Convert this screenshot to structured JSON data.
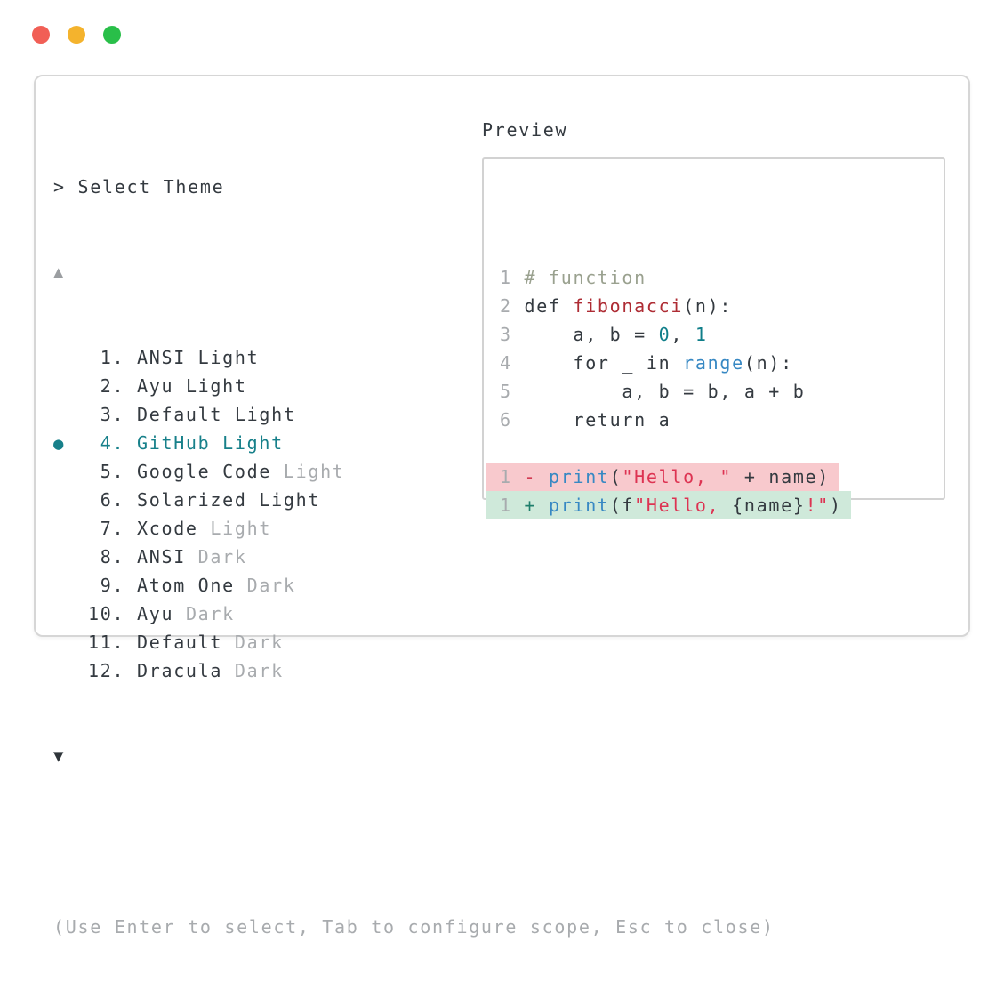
{
  "palette": {
    "text": "#343a40",
    "dim": "#a8abae",
    "selection_teal": "#17808a",
    "code_comment": "#9aa18f",
    "code_function_name": "#ae2c34",
    "code_number": "#0f7e89",
    "code_builtin": "#3788c3",
    "code_string": "#dd3352",
    "diff_minus_marker": "#d23b52",
    "diff_plus_marker": "#1f7e6b",
    "diff_removed_bg": "#f8c9cd",
    "diff_added_bg": "#cfe9da",
    "traffic_red": "#f15f56",
    "traffic_yellow": "#f4b32d",
    "traffic_green": "#29bf49"
  },
  "prompt": {
    "text": "> Select Theme"
  },
  "list": {
    "up_arrow": "▲",
    "down_arrow": "▼",
    "selected_bullet": "●",
    "items": [
      {
        "number": 1,
        "name": "ANSI",
        "variant": "Light",
        "dimmed_variant": false,
        "selected": false
      },
      {
        "number": 2,
        "name": "Ayu",
        "variant": "Light",
        "dimmed_variant": false,
        "selected": false
      },
      {
        "number": 3,
        "name": "Default",
        "variant": "Light",
        "dimmed_variant": false,
        "selected": false
      },
      {
        "number": 4,
        "name": "GitHub",
        "variant": "Light",
        "dimmed_variant": false,
        "selected": true
      },
      {
        "number": 5,
        "name": "Google Code",
        "variant": "Light",
        "dimmed_variant": true,
        "selected": false
      },
      {
        "number": 6,
        "name": "Solarized",
        "variant": "Light",
        "dimmed_variant": false,
        "selected": false
      },
      {
        "number": 7,
        "name": "Xcode",
        "variant": "Light",
        "dimmed_variant": true,
        "selected": false
      },
      {
        "number": 8,
        "name": "ANSI",
        "variant": "Dark",
        "dimmed_variant": true,
        "selected": false
      },
      {
        "number": 9,
        "name": "Atom One",
        "variant": "Dark",
        "dimmed_variant": true,
        "selected": false
      },
      {
        "number": 10,
        "name": "Ayu",
        "variant": "Dark",
        "dimmed_variant": true,
        "selected": false
      },
      {
        "number": 11,
        "name": "Default",
        "variant": "Dark",
        "dimmed_variant": true,
        "selected": false
      },
      {
        "number": 12,
        "name": "Dracula",
        "variant": "Dark",
        "dimmed_variant": true,
        "selected": false
      }
    ]
  },
  "preview": {
    "label": "Preview",
    "code_lines": [
      {
        "number": "1",
        "segments": [
          {
            "text": "# function",
            "style": "comment"
          }
        ]
      },
      {
        "number": "2",
        "segments": [
          {
            "text": "def ",
            "style": "code"
          },
          {
            "text": "fibonacci",
            "style": "func"
          },
          {
            "text": "(n):",
            "style": "code"
          }
        ]
      },
      {
        "number": "3",
        "segments": [
          {
            "text": "    a, b = ",
            "style": "code"
          },
          {
            "text": "0",
            "style": "num"
          },
          {
            "text": ", ",
            "style": "code"
          },
          {
            "text": "1",
            "style": "num"
          }
        ]
      },
      {
        "number": "4",
        "segments": [
          {
            "text": "    for _ in ",
            "style": "code"
          },
          {
            "text": "range",
            "style": "blue"
          },
          {
            "text": "(n):",
            "style": "code"
          }
        ]
      },
      {
        "number": "5",
        "segments": [
          {
            "text": "        a, b = b, a + b",
            "style": "code"
          }
        ]
      },
      {
        "number": "6",
        "segments": [
          {
            "text": "    return a",
            "style": "code"
          }
        ]
      }
    ],
    "diff_lines": [
      {
        "number": "1",
        "type": "removed",
        "segments": [
          {
            "text": "- ",
            "style": "minus"
          },
          {
            "text": "print",
            "style": "blue"
          },
          {
            "text": "(",
            "style": "code"
          },
          {
            "text": "\"Hello, \"",
            "style": "str"
          },
          {
            "text": " + name)",
            "style": "code"
          }
        ]
      },
      {
        "number": "1",
        "type": "added",
        "segments": [
          {
            "text": "+ ",
            "style": "plus"
          },
          {
            "text": "print",
            "style": "blue"
          },
          {
            "text": "(f",
            "style": "code"
          },
          {
            "text": "\"Hello, ",
            "style": "str"
          },
          {
            "text": "{name}",
            "style": "code"
          },
          {
            "text": "!\"",
            "style": "str"
          },
          {
            "text": ")",
            "style": "code"
          }
        ]
      }
    ]
  },
  "footer": {
    "hint": "(Use Enter to select, Tab to configure scope, Esc to close)"
  }
}
